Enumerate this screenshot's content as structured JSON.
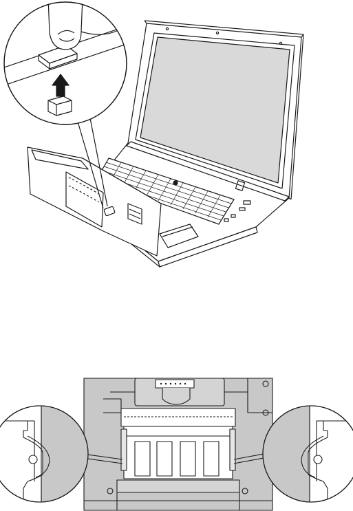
{
  "figures": [
    {
      "subject": "laptop-with-palm-rest-lifted",
      "callout": "finger-pulling-connector-up"
    },
    {
      "subject": "memory-module-in-slot",
      "callouts": [
        "left-latch-detail",
        "right-latch-detail"
      ]
    }
  ],
  "colors": {
    "line": "#1a1a1a",
    "board": "#c8c8c8",
    "screen": "#d7d7d7",
    "white": "#ffffff"
  },
  "icons": [
    "up-arrow-icon",
    "finger-icon",
    "connector-icon",
    "memory-module-icon",
    "latch-icon"
  ]
}
